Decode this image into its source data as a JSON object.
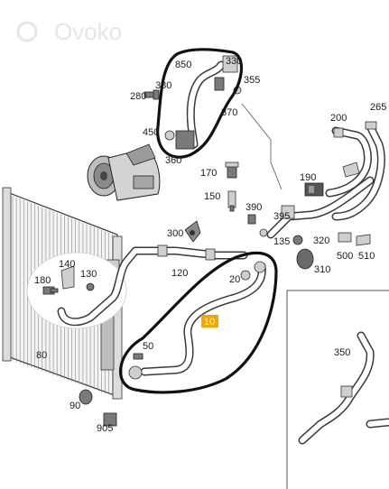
{
  "watermark": {
    "text": "Ovoko"
  },
  "highlight_color": "#f7a400",
  "callout_labels": [
    {
      "id": "850",
      "text": "850"
    },
    {
      "id": "330",
      "text": "330"
    },
    {
      "id": "280",
      "text": "280"
    },
    {
      "id": "380",
      "text": "380"
    },
    {
      "id": "355",
      "text": "355"
    },
    {
      "id": "370",
      "text": "370"
    },
    {
      "id": "450",
      "text": "450"
    },
    {
      "id": "360",
      "text": "360"
    },
    {
      "id": "200",
      "text": "200"
    },
    {
      "id": "265",
      "text": "265"
    },
    {
      "id": "170",
      "text": "170"
    },
    {
      "id": "190",
      "text": "190"
    },
    {
      "id": "150",
      "text": "150"
    },
    {
      "id": "390",
      "text": "390"
    },
    {
      "id": "395",
      "text": "395"
    },
    {
      "id": "135",
      "text": "135"
    },
    {
      "id": "320",
      "text": "320"
    },
    {
      "id": "300",
      "text": "300"
    },
    {
      "id": "500",
      "text": "500"
    },
    {
      "id": "510",
      "text": "510"
    },
    {
      "id": "310",
      "text": "310"
    },
    {
      "id": "120",
      "text": "120"
    },
    {
      "id": "140",
      "text": "140"
    },
    {
      "id": "130",
      "text": "130"
    },
    {
      "id": "180",
      "text": "180"
    },
    {
      "id": "20",
      "text": "20"
    },
    {
      "id": "10",
      "text": "10"
    },
    {
      "id": "50",
      "text": "50"
    },
    {
      "id": "80",
      "text": "80"
    },
    {
      "id": "350",
      "text": "350"
    },
    {
      "id": "90",
      "text": "90"
    },
    {
      "id": "905",
      "text": "905"
    }
  ]
}
